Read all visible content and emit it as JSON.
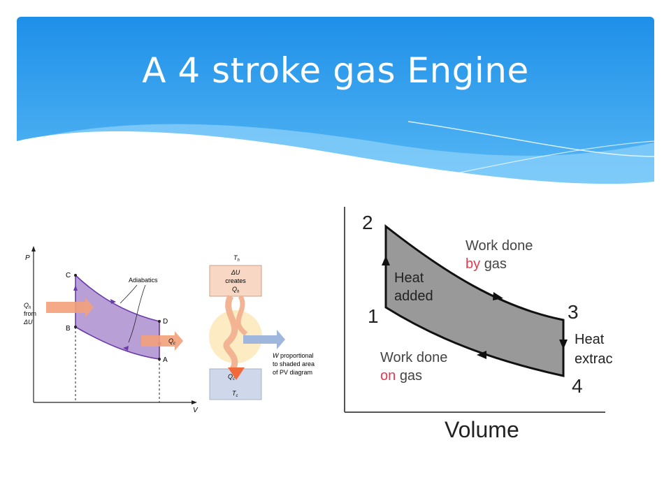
{
  "slide": {
    "title": "A 4 stroke gas Engine"
  },
  "colors": {
    "banner_top": "#1e8fe8",
    "banner_bottom": "#5ebdf6",
    "wave": "#8fd3fb",
    "purple_fill": "#b89fd6",
    "purple_line": "#6a3aa8",
    "orange_arrow": "#f06a3c",
    "gray_fill": "#999999",
    "red_text": "#e8384f"
  },
  "pv_diagram": {
    "axis_p": "P",
    "axis_v": "V",
    "point_c": "C",
    "point_d": "D",
    "point_b": "B",
    "point_a": "A",
    "adiabatics": "Adiabatics",
    "qh_label": "Q",
    "qh_sub": "h",
    "from_label": "from",
    "du_label": "ΔU",
    "qc_label": "Q",
    "qc_sub": "c"
  },
  "engine_diagram": {
    "th_label": "T",
    "th_sub": "h",
    "du_label": "ΔU",
    "creates_label": "creates",
    "qh_label": "Q",
    "qh_sub": "h",
    "qc_label": "Q",
    "qc_sub": "c",
    "tc_label": "T",
    "tc_sub": "c",
    "w_label": "W",
    "w_line1": "proportional",
    "w_line2": "to shaded area",
    "w_line3": "of PV diagram"
  },
  "volume_diagram": {
    "point_1": "1",
    "point_2": "2",
    "point_3": "3",
    "point_4": "4",
    "heat_added_1": "Heat",
    "heat_added_2": "added",
    "work_by_1": "Work done",
    "work_by_2a": "by",
    "work_by_2b": "gas",
    "work_on_1": "Work done",
    "work_on_2a": "on",
    "work_on_2b": "gas",
    "heat_ext_1": "Heat",
    "heat_ext_2": "extrac",
    "axis_label": "Volume"
  }
}
